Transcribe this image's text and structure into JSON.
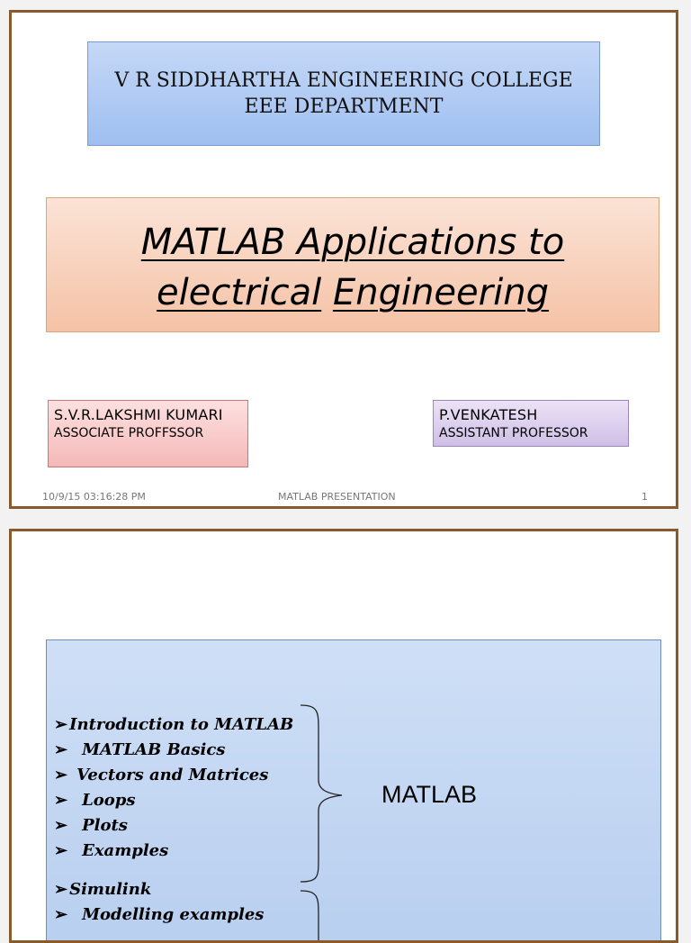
{
  "slide1": {
    "college": {
      "line1": "V R SIDDHARTHA ENGINEERING COLLEGE",
      "line2": "EEE DEPARTMENT"
    },
    "title": {
      "word1": "MATLAB ",
      "word2": "Applications to",
      "word3": "electrical",
      "word4": "Engineering"
    },
    "author1": {
      "name": "S.V.R.LAKSHMI KUMARI",
      "role": "ASSOCIATE PROFFSSOR"
    },
    "author2": {
      "name": "P.VENKATESH",
      "role": "ASSISTANT PROFESSOR"
    },
    "footer": {
      "date": "10/9/15 03:16:28 PM",
      "title": "MATLAB PRESENTATION",
      "page": "1"
    }
  },
  "slide2": {
    "bullets": [
      "Introduction to MATLAB",
      "MATLAB Basics",
      "Vectors and Matrices",
      "Loops",
      "Plots",
      "Examples"
    ],
    "bullets2": [
      "Simulink",
      "Modelling examples"
    ],
    "group_label": "MATLAB",
    "bullet_glyph": "➢"
  },
  "colors": {
    "slide_border": "#8b5a2b",
    "college_box": "#b3ccf4",
    "title_box": "#f8d0ba",
    "author1_box": "#f8c8c8",
    "author2_box": "#ddd0ee",
    "content_box": "#c3d6f2"
  }
}
